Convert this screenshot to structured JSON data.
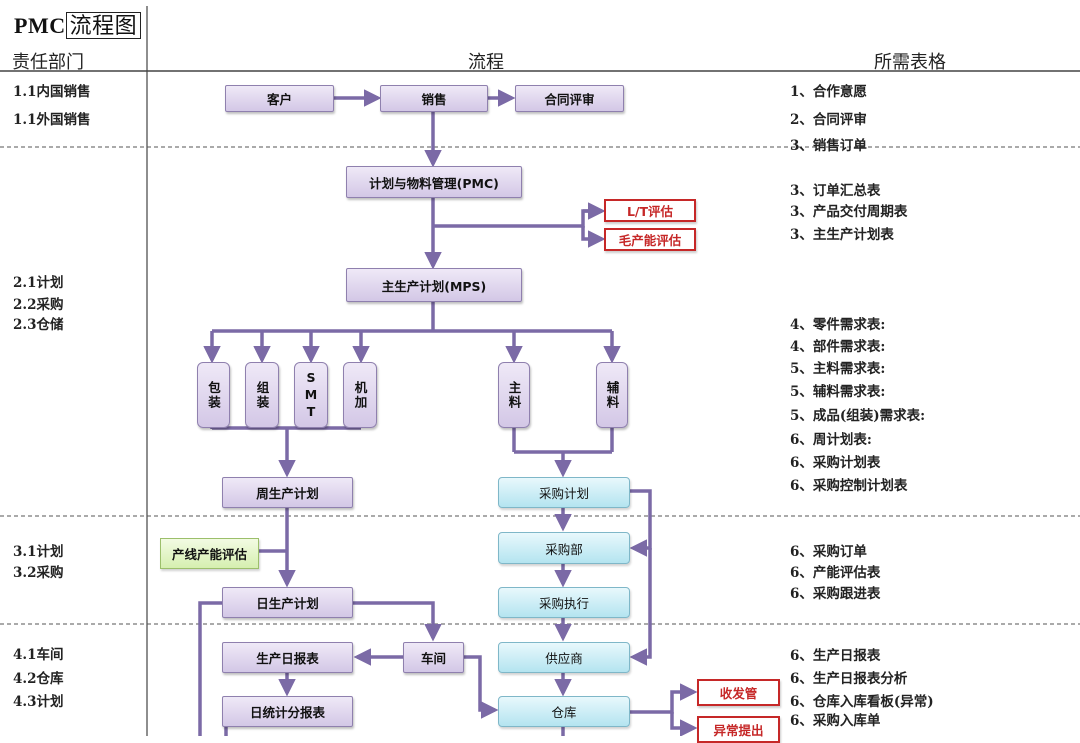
{
  "title": {
    "latin": "PMC",
    "boxed": "流程图"
  },
  "headers": {
    "department": "责任部门",
    "flow": "流程",
    "forms": "所需表格"
  },
  "departments": [
    {
      "id": "d11",
      "text": "1.1内国销售"
    },
    {
      "id": "d12",
      "text": "1.1外国销售"
    },
    {
      "id": "d21",
      "text": "2.1计划"
    },
    {
      "id": "d22",
      "text": "2.2采购"
    },
    {
      "id": "d23",
      "text": "2.3仓储"
    },
    {
      "id": "d31",
      "text": "3.1计划"
    },
    {
      "id": "d32",
      "text": "3.2采购"
    },
    {
      "id": "d41",
      "text": "4.1车间"
    },
    {
      "id": "d42",
      "text": "4.2仓库"
    },
    {
      "id": "d43",
      "text": "4.3计划"
    }
  ],
  "forms": [
    "1、合作意愿",
    "2、合同评审",
    "3、销售订单",
    "3、订单汇总表",
    "3、产品交付周期表",
    "3、主生产计划表",
    "4、零件需求表:",
    "4、部件需求表:",
    "5、主料需求表:",
    "5、辅料需求表:",
    "5、成品(组装)需求表:",
    "6、周计划表:",
    "6、采购计划表",
    "6、采购控制计划表",
    "6、采购订单",
    "6、产能评估表",
    "6、采购跟进表",
    "6、生产日报表",
    "6、生产日报表分析",
    "6、仓库入库看板(异常)",
    "6、采购入库单"
  ],
  "nodes": {
    "customer": "客户",
    "sales": "销售",
    "contract_review": "合同评审",
    "pmc": "计划与物料管理(PMC)",
    "lt_eval": "L/T评估",
    "capacity_eval": "毛产能评估",
    "mps": "主生产计划(MPS)",
    "packing": "包装",
    "assembly": "组装",
    "smt": "SMT",
    "machining": "机加",
    "main_material": "主料",
    "aux_material": "辅料",
    "weekly_plan": "周生产计划",
    "purchase_plan": "采购计划",
    "line_capacity": "产线产能评估",
    "purchase_dept": "采购部",
    "daily_plan": "日生产计划",
    "purchase_exec": "采购执行",
    "workshop": "车间",
    "supplier": "供应商",
    "daily_report": "生产日报表",
    "daily_stats": "日统计分报表",
    "warehouse": "仓库",
    "receiving": "收发管",
    "exception": "异常提出"
  },
  "colors": {
    "line": "#7b6aa6",
    "divider": "#555555",
    "red": "#c62828"
  }
}
